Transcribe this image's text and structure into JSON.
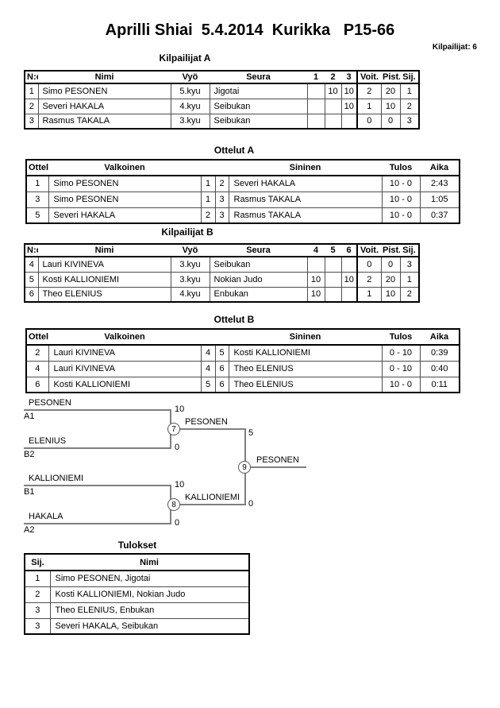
{
  "page": {
    "title": "Aprilli Shiai  5.4.2014  Kurikka   P15-66",
    "competitors_label": "Kilpailijat: 6"
  },
  "sections": {
    "kilpailijat_a": {
      "heading": "Kilpailijat A",
      "headers": [
        "N:o",
        "Nimi",
        "Vyö",
        "Seura",
        "1",
        "2",
        "3",
        "Voit.",
        "Pist.",
        "Sij."
      ],
      "rows": [
        [
          "1",
          "Simo PESONEN",
          "5.kyu",
          "Jigotai",
          "",
          "10",
          "10",
          "2",
          "20",
          "1"
        ],
        [
          "2",
          "Severi HAKALA",
          "4.kyu",
          "Seibukan",
          "",
          "",
          "10",
          "1",
          "10",
          "2"
        ],
        [
          "3",
          "Rasmus TAKALA",
          "3.kyu",
          "Seibukan",
          "",
          "",
          "",
          "0",
          "0",
          "3"
        ]
      ]
    },
    "ottelut_a": {
      "heading": "Ottelut A",
      "headers": [
        "Ottelu",
        "Valkoinen",
        "",
        "",
        "Sininen",
        "Tulos",
        "Aika"
      ],
      "rows": [
        [
          "1",
          "Simo PESONEN",
          "1",
          "2",
          "Severi HAKALA",
          "10 - 0",
          "2:43"
        ],
        [
          "3",
          "Simo PESONEN",
          "1",
          "3",
          "Rasmus TAKALA",
          "10 - 0",
          "1:05"
        ],
        [
          "5",
          "Severi HAKALA",
          "2",
          "3",
          "Rasmus TAKALA",
          "10 - 0",
          "0:37"
        ]
      ]
    },
    "kilpailijat_b": {
      "heading": "Kilpailijat B",
      "headers": [
        "N:o",
        "Nimi",
        "Vyö",
        "Seura",
        "4",
        "5",
        "6",
        "Voit.",
        "Pist.",
        "Sij."
      ],
      "rows": [
        [
          "4",
          "Lauri KIVINEVA",
          "3.kyu",
          "Seibukan",
          "",
          "",
          "",
          "0",
          "0",
          "3"
        ],
        [
          "5",
          "Kosti KALLIONIEMI",
          "3.kyu",
          "Nokian Judo",
          "10",
          "",
          "10",
          "2",
          "20",
          "1"
        ],
        [
          "6",
          "Theo ELENIUS",
          "4.kyu",
          "Enbukan",
          "10",
          "",
          "",
          "1",
          "10",
          "2"
        ]
      ]
    },
    "ottelut_b": {
      "heading": "Ottelut B",
      "headers": [
        "Ottelu",
        "Valkoinen",
        "",
        "",
        "Sininen",
        "Tulos",
        "Aika"
      ],
      "rows": [
        [
          "2",
          "Lauri KIVINEVA",
          "4",
          "5",
          "Kosti KALLIONIEMI",
          "0 - 10",
          "0:39"
        ],
        [
          "4",
          "Lauri KIVINEVA",
          "4",
          "6",
          "Theo ELENIUS",
          "0 - 10",
          "0:40"
        ],
        [
          "6",
          "Kosti KALLIONIEMI",
          "5",
          "6",
          "Theo ELENIUS",
          "10 - 0",
          "0:11"
        ]
      ]
    },
    "tulokset": {
      "heading": "Tulokset",
      "headers": [
        "Sij.",
        "Nimi"
      ],
      "rows": [
        [
          "1",
          "Simo PESONEN, Jigotai"
        ],
        [
          "2",
          "Kosti KALLIONIEMI, Nokian Judo"
        ],
        [
          "3",
          "Theo ELENIUS, Enbukan"
        ],
        [
          "3",
          "Severi HAKALA, Seibukan"
        ]
      ]
    }
  },
  "bracket": {
    "semifinal_top": {
      "match_no": "7",
      "p1_name": "PESONEN",
      "p1_seed": "A1",
      "p1_score": "10",
      "p2_name": "ELENIUS",
      "p2_seed": "B2",
      "p2_score": "0",
      "winner_name": "PESONEN",
      "winner_score": "5"
    },
    "semifinal_bottom": {
      "match_no": "8",
      "p1_name": "KALLIONIEMI",
      "p1_seed": "B1",
      "p1_score": "10",
      "p2_name": "HAKALA",
      "p2_seed": "A2",
      "p2_score": "0",
      "winner_name": "KALLIONIEMI",
      "winner_score": "0"
    },
    "final": {
      "match_no": "9",
      "winner_name": "PESONEN"
    }
  }
}
